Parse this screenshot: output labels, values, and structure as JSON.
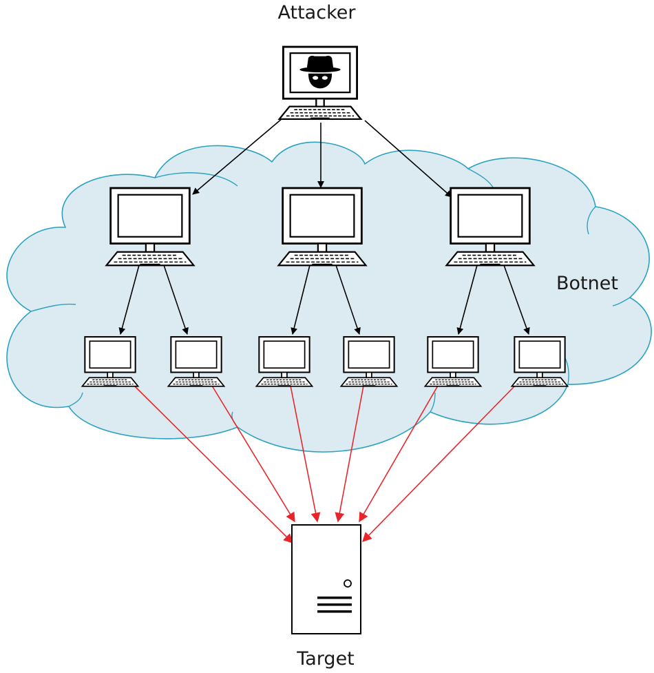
{
  "labels": {
    "attacker": "Attacker",
    "botnet": "Botnet",
    "target": "Target"
  },
  "colors": {
    "cloud_fill": "#dcebf2",
    "cloud_stroke": "#2aa2bf",
    "command_arrow": "#000000",
    "attack_arrow": "#e8252b"
  },
  "icons": {
    "attacker": "hacker-computer-icon",
    "handler": "computer-icon",
    "bot": "computer-icon",
    "target": "server-icon"
  }
}
